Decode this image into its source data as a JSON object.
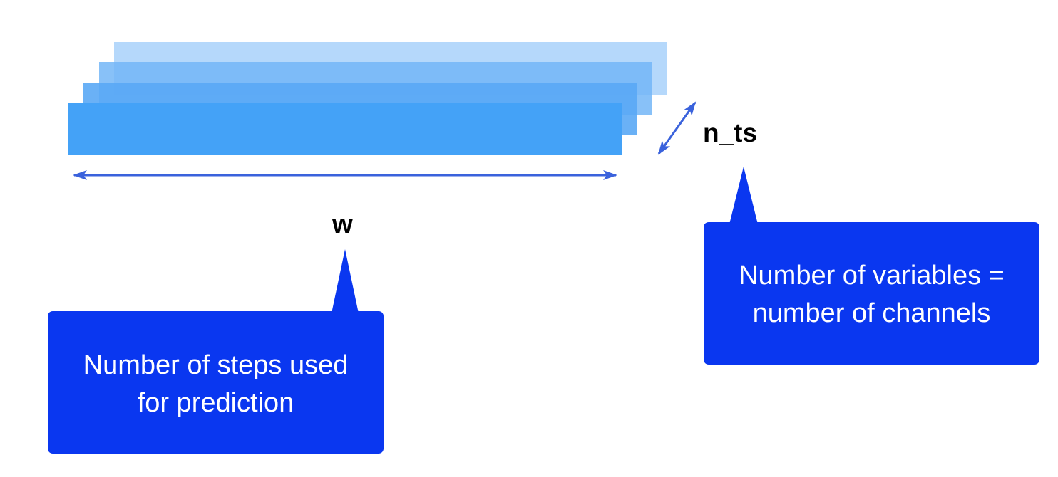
{
  "colors": {
    "layer_back": "#b5d8fb",
    "layer_mid_back": "#73b6f7",
    "layer_mid_front": "#5aa8f5",
    "layer_front": "#44a2f7",
    "arrow": "#3a62dc",
    "callout": "#0a37f0",
    "label": "#000000",
    "callout_text": "#ffffff"
  },
  "labels": {
    "w": "w",
    "n_ts": "n_ts"
  },
  "callouts": {
    "steps": {
      "line1": "Number of steps used",
      "line2": "for prediction"
    },
    "variables": {
      "line1": "Number of variables =",
      "line2": "number of channels"
    }
  }
}
